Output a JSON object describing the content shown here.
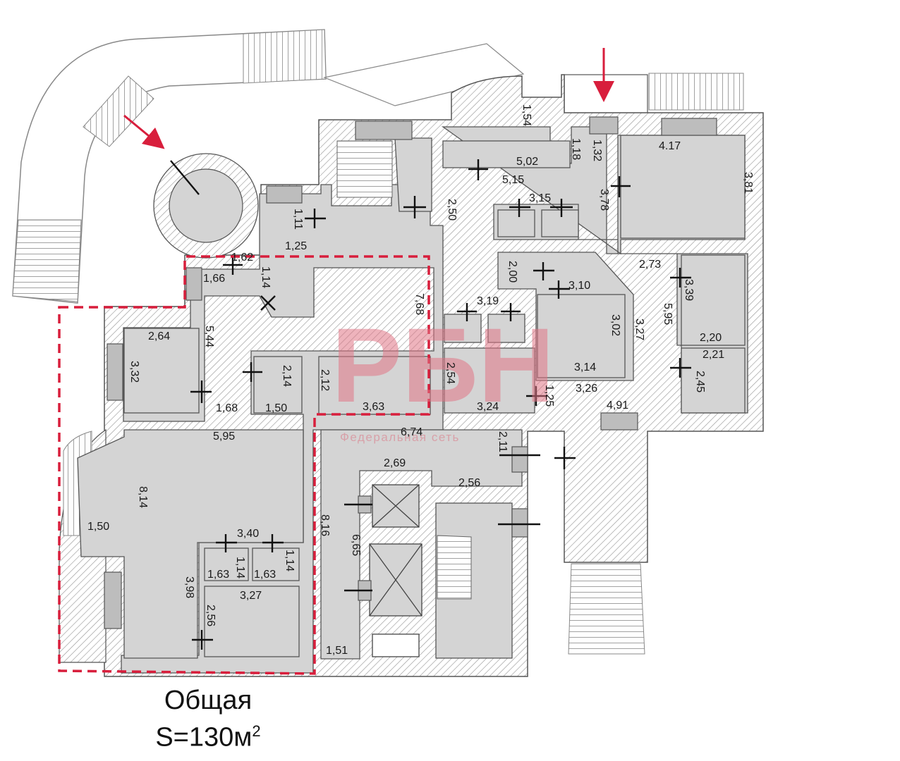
{
  "watermark": {
    "logo": "РБН",
    "subtitle": "Федеральная сеть"
  },
  "caption": {
    "line1": "Общая",
    "area_label": "S=130м",
    "area_unit_power": "2"
  },
  "colors": {
    "wall_hatch": "#9a9a9a",
    "room_fill": "#d4d4d4",
    "highlight_dash": "#d81e3c",
    "arrow": "#d81e3c"
  },
  "dimensions": {
    "d_1_54": "1,54",
    "d_5_02": "5,02",
    "d_1_18": "1,18",
    "d_1_32": "1,32",
    "d_4_17": "4.17",
    "d_5_15": "5,15",
    "d_3_78": "3,78",
    "d_3_81": "3,81",
    "d_3_15": "3,15",
    "d_2_50": "2,50",
    "d_1_11": "1,11",
    "d_1_25a": "1,25",
    "d_1_62": "1,62",
    "d_1_66": "1,66",
    "d_1_14a": "1,14",
    "d_7_68": "7,68",
    "d_2_73": "2,73",
    "d_2_00": "2,00",
    "d_3_10": "3,10",
    "d_3_39": "3,39",
    "d_3_19": "3,19",
    "d_5_95a": "5,95",
    "d_3_02": "3,02",
    "d_3_27a": "3,27",
    "d_2_64": "2,64",
    "d_5_44": "5,44",
    "d_2_20": "2,20",
    "d_2_21": "2,21",
    "d_3_32": "3,32",
    "d_2_14": "2,14",
    "d_2_12": "2,12",
    "d_2_54": "2,54",
    "d_3_14": "3,14",
    "d_2_45": "2,45",
    "d_3_26": "3,26",
    "d_1_25b": "1,25",
    "d_1_68": "1,68",
    "d_1_50a": "1,50",
    "d_3_63": "3,63",
    "d_3_24": "3,24",
    "d_4_91": "4,91",
    "d_5_95b": "5,95",
    "d_6_74": "6,74",
    "d_2_11": "2,11",
    "d_2_69": "2,69",
    "d_2_56a": "2,56",
    "d_8_14": "8,14",
    "d_1_50b": "1,50",
    "d_8_16": "8,16",
    "d_6_65": "6,65",
    "d_3_40": "3,40",
    "d_1_14b": "1,14",
    "d_1_14c": "1,14",
    "d_1_63a": "1,63",
    "d_1_63b": "1,63",
    "d_3_98": "3,98",
    "d_3_27b": "3,27",
    "d_2_56b": "2,56",
    "d_1_51": "1,51"
  }
}
